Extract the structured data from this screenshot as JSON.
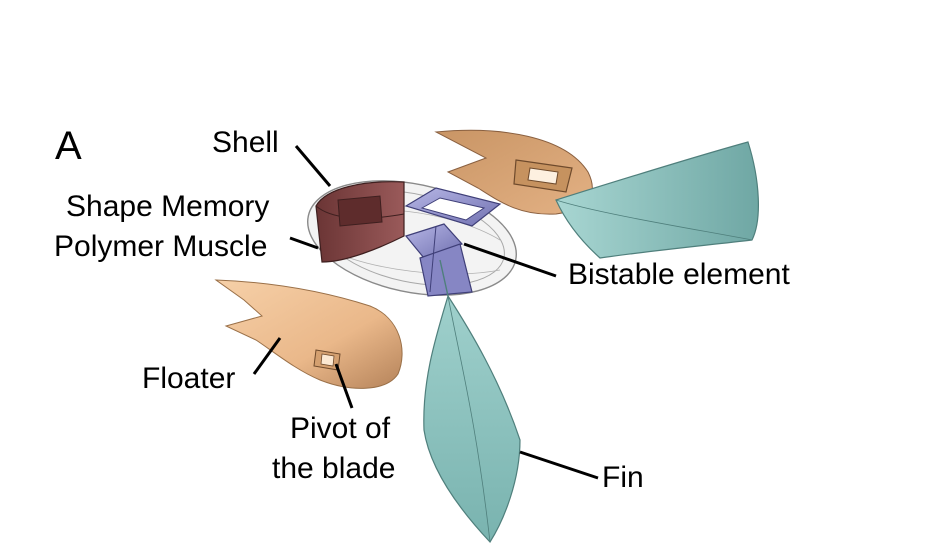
{
  "figure": {
    "panel_label": "A",
    "labels": {
      "shell": "Shell",
      "smp_line1": "Shape Memory",
      "smp_line2": "Polymer Muscle",
      "bistable": "Bistable element",
      "floater": "Floater",
      "pivot_line1": "Pivot of",
      "pivot_line2": "the blade",
      "fin": "Fin"
    }
  },
  "colors": {
    "floater_tan": "#d9a679",
    "floater_light": "#f3c9a0",
    "fin_teal": "#8ec6c2",
    "muscle_maroon": "#7a4040",
    "bistable_lavender": "#9a9ad2",
    "shell_gray": "#bdbdbd"
  }
}
